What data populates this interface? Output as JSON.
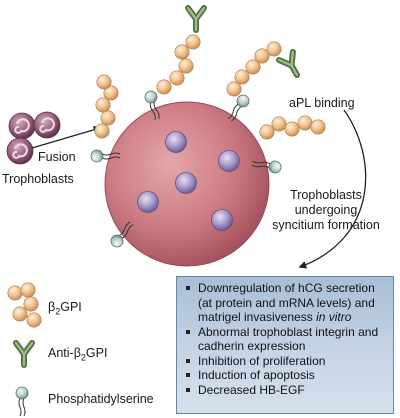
{
  "labels": {
    "fusion": "Fusion",
    "trophoblasts": "Trophoblasts",
    "apl_binding": "aPL binding",
    "syncytium": [
      "Trophoblasts",
      "undergoing",
      "syncitium formation"
    ]
  },
  "effects": [
    {
      "text": "Downregulation of hCG secretion (at protein and mRNA levels) and matrigel invasiveness",
      "italic_suffix": "in vitro"
    },
    {
      "text": "Abnormal trophoblast integrin and cadherin expression",
      "italic_suffix": ""
    },
    {
      "text": "Inhibition of proliferation",
      "italic_suffix": ""
    },
    {
      "text": "Induction of apoptosis",
      "italic_suffix": ""
    },
    {
      "text": "Decreased HB-EGF",
      "italic_suffix": ""
    }
  ],
  "legend": {
    "b2gpi_prefix": "β",
    "b2gpi_sub": "2",
    "b2gpi_suffix": "GPI",
    "anti_prefix": "Anti-β",
    "anti_sub": "2",
    "anti_suffix": "GPI",
    "ps": "Phosphatidylserine"
  },
  "colors": {
    "cell": "#c9777f",
    "cell_edge": "#9a4b55",
    "nucleus": "#a89ac8",
    "b2gpi": "#f0c79a",
    "antibody": "#7e9e6e",
    "ps_head": "#b9cfc8",
    "trophoblast": "#8e5a75",
    "box": "#b8c9dd"
  },
  "icons": [
    "b2gpi-icon",
    "anti-b2gpi-icon",
    "phosphatidylserine-icon",
    "trophoblast-icon"
  ]
}
